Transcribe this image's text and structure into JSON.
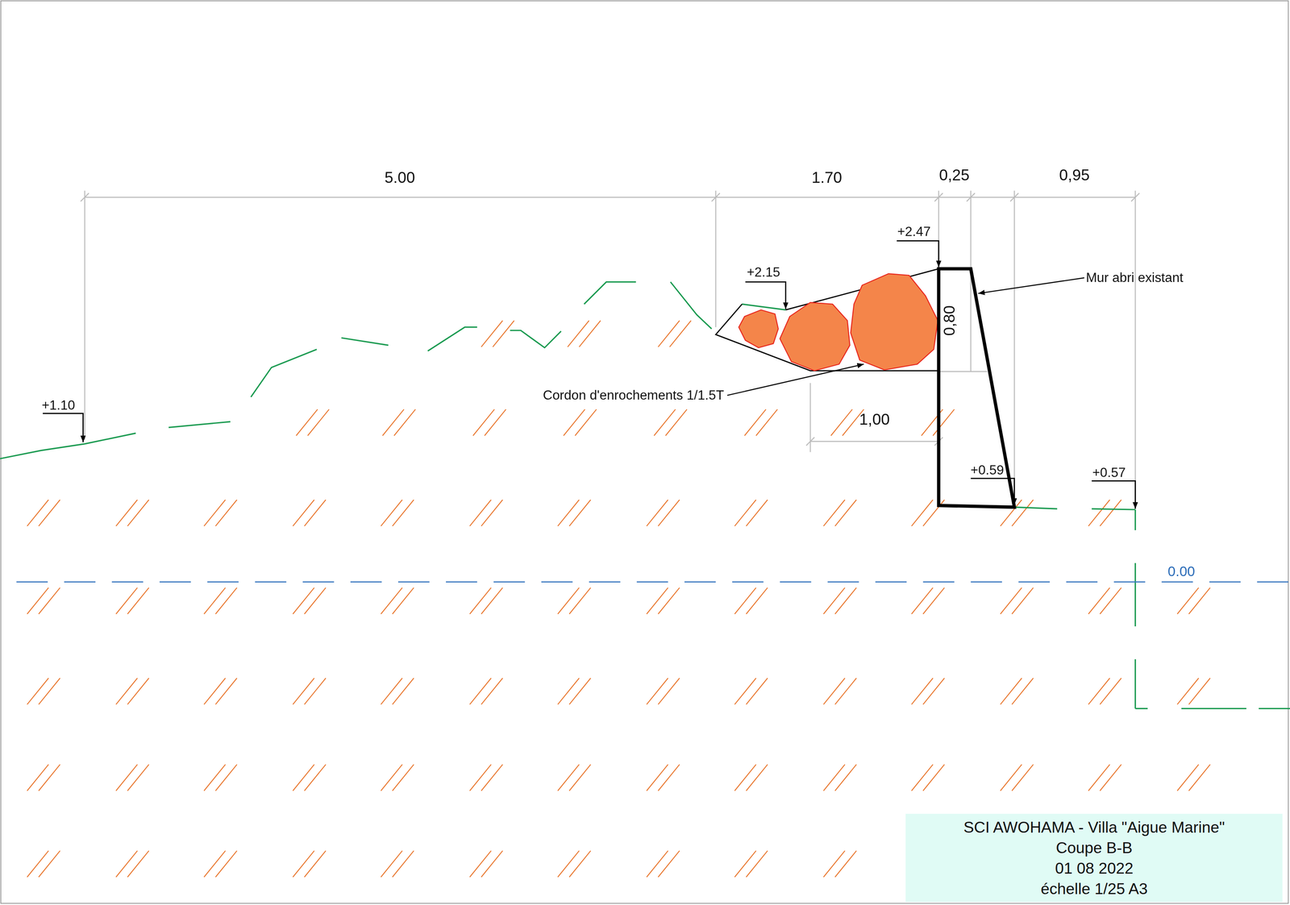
{
  "diagram": {
    "nodes": [
      {
        "text": [
          "SCI AWOHAMA - Villa \"Aigue Marine\"",
          "Coupe B-B",
          "01 08 2022",
          "échelle 1/25 A3"
        ]
      }
    ],
    "labels": [
      "5.00",
      "1.70",
      "0,25",
      "0,95",
      "+2.47",
      "Mur abri existant",
      "+2.15",
      "0,80",
      "+1.10",
      "Cordon d'enrochements 1/1.5T",
      "1,00",
      "+0.59",
      "+0.57",
      "0.00"
    ]
  }
}
